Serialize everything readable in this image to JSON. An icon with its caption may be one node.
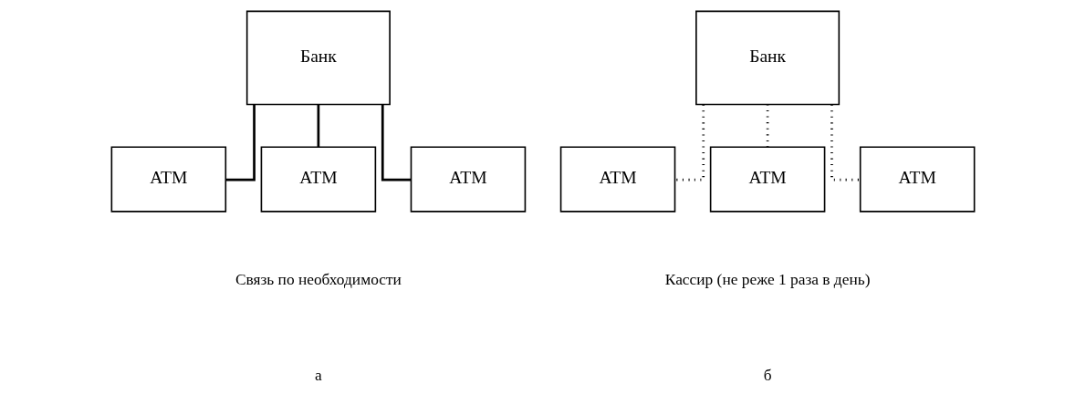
{
  "diagram": {
    "nodes": [
      {
        "text": [
          "Банк"
        ]
      },
      {
        "text": [
          "ATM"
        ]
      },
      {
        "text": [
          "ATM"
        ]
      },
      {
        "text": [
          "ATM"
        ]
      },
      {
        "text": [
          "Банк"
        ]
      },
      {
        "text": [
          "ATM"
        ]
      },
      {
        "text": [
          "ATM"
        ]
      },
      {
        "text": [
          "ATM"
        ]
      }
    ],
    "edges": [
      {
        "from": 0,
        "to": 1,
        "arrow": "none"
      },
      {
        "from": 0,
        "to": 2,
        "arrow": "none"
      },
      {
        "from": 0,
        "to": 3,
        "arrow": "none"
      },
      {
        "from": 4,
        "to": 5,
        "arrow": "none",
        "style": "dashed"
      },
      {
        "from": 4,
        "to": 6,
        "arrow": "none",
        "style": "dashed"
      },
      {
        "from": 4,
        "to": 7,
        "arrow": "none",
        "style": "dashed"
      }
    ],
    "labels": [
      "Связь по необходимости",
      "Кассир (не реже 1 раза в день)",
      "а",
      "б"
    ]
  }
}
